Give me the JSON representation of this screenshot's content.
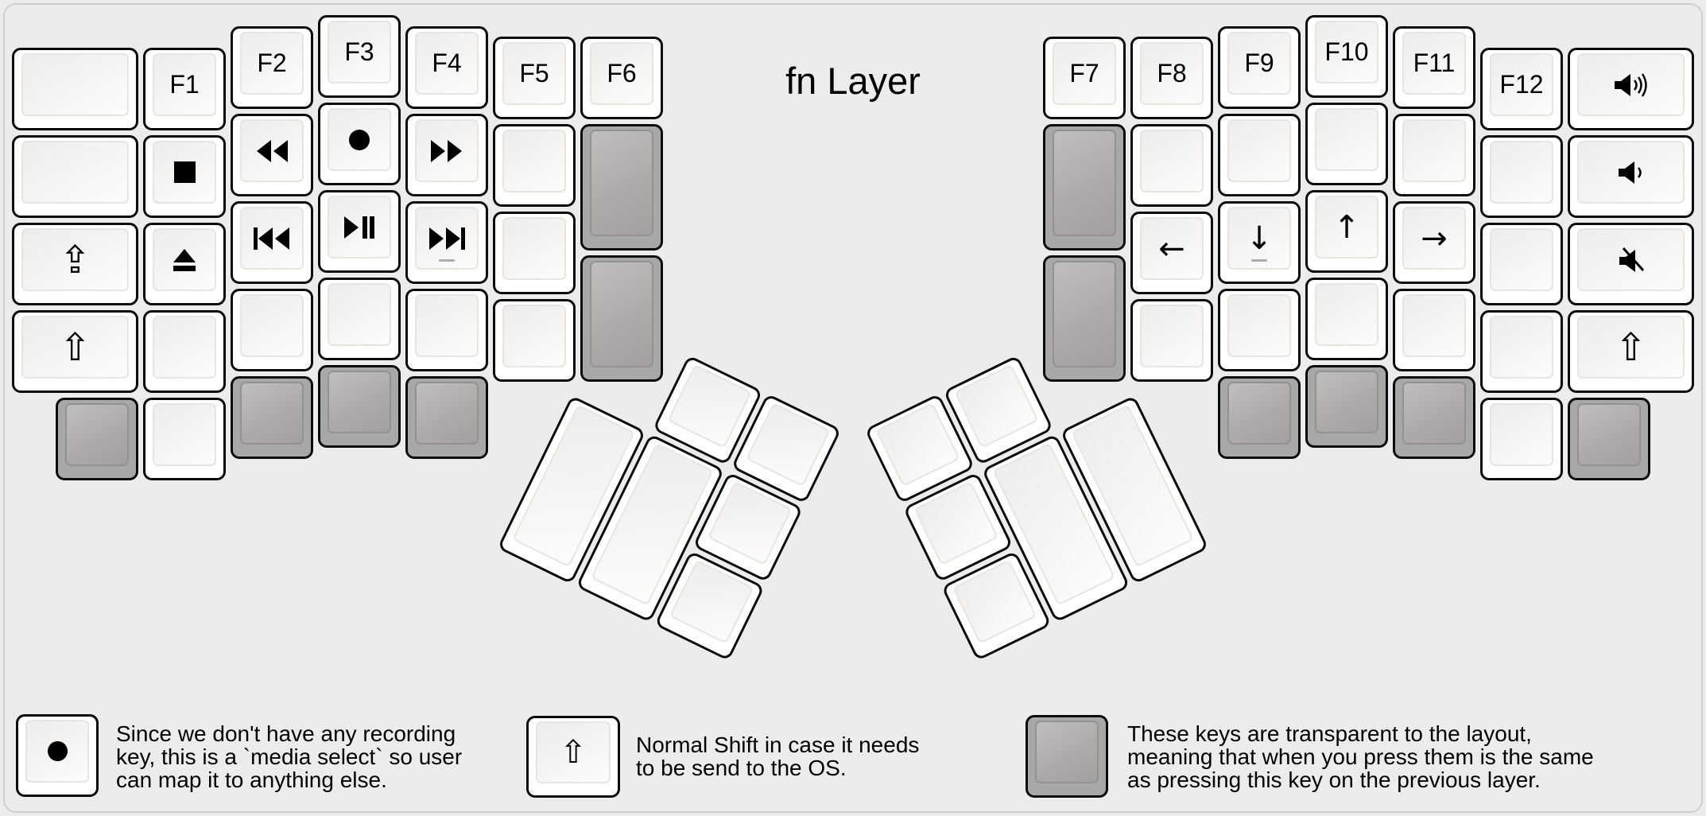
{
  "title": "fn Layer",
  "colors": {
    "background": "#ececec",
    "key_white": "#ffffff",
    "key_transparent_gray": "#a8a8a8",
    "key_border": "#0c0c0c"
  },
  "fkeys": {
    "f1": "F1",
    "f2": "F2",
    "f3": "F3",
    "f4": "F4",
    "f5": "F5",
    "f6": "F6",
    "f7": "F7",
    "f8": "F8",
    "f9": "F9",
    "f10": "F10",
    "f11": "F11",
    "f12": "F12"
  },
  "glyphs": {
    "caps_lock": "⇪",
    "shift": "⇧",
    "arrow_left": "←",
    "arrow_down": "↓",
    "arrow_up": "↑",
    "arrow_right": "→"
  },
  "icons": [
    "stop-icon",
    "eject-icon",
    "rewind-icon",
    "previous-track-icon",
    "record-icon",
    "play-pause-icon",
    "fast-forward-icon",
    "next-track-icon",
    "volume-up-icon",
    "volume-down-icon",
    "mute-icon"
  ],
  "legend": {
    "items": [
      {
        "icon": "record-icon",
        "lines": [
          "Since we don't have any recording",
          "key, this is a `media select` so user",
          "can map it to anything else."
        ]
      },
      {
        "icon": "shift-icon",
        "lines": [
          "Normal Shift in case it needs",
          "to be send to the OS."
        ]
      },
      {
        "icon": "transparent-key",
        "lines": [
          "These keys are transparent to the layout,",
          "meaning that when you press them is the same",
          "as pressing this key on the previous layer."
        ]
      }
    ]
  }
}
